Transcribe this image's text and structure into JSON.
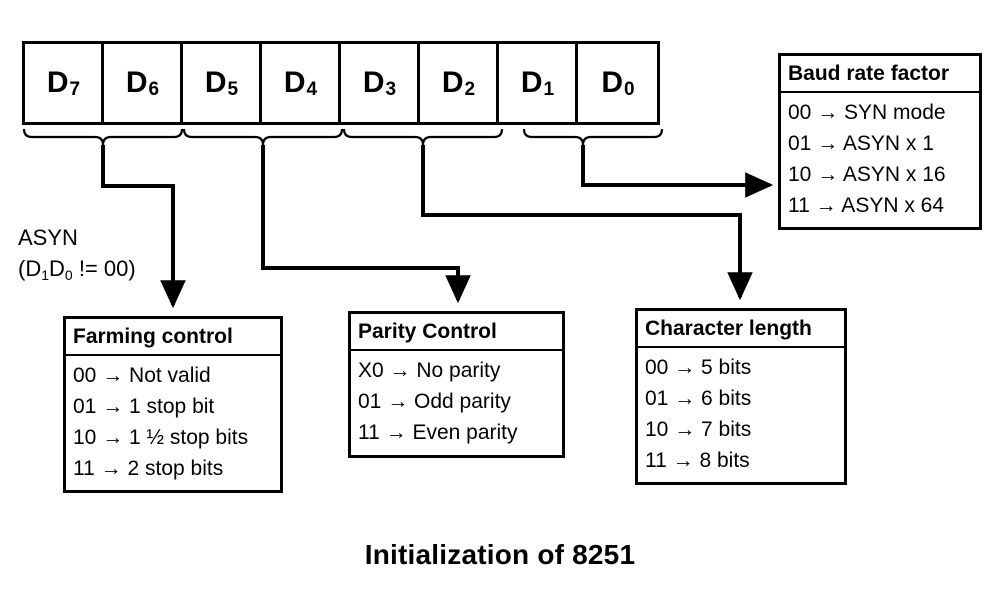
{
  "diagram": {
    "caption": "Initialization of 8251",
    "register": {
      "name": "mode-instruction-register",
      "bits": [
        {
          "label": "D",
          "index": "7"
        },
        {
          "label": "D",
          "index": "6"
        },
        {
          "label": "D",
          "index": "5"
        },
        {
          "label": "D",
          "index": "4"
        },
        {
          "label": "D",
          "index": "3"
        },
        {
          "label": "D",
          "index": "2"
        },
        {
          "label": "D",
          "index": "1"
        },
        {
          "label": "D",
          "index": "0"
        }
      ]
    },
    "note": {
      "line1": "ASYN",
      "line2_prefix": "(D",
      "line2_sub1": "1",
      "line2_mid": "D",
      "line2_sub2": "0",
      "line2_suffix": " != 00)"
    },
    "boxes": {
      "baud": {
        "title": "Baud rate factor",
        "rows": [
          "00 → SYN mode",
          "01 → ASYN x 1",
          "10 → ASYN x 16",
          "11 → ASYN x 64"
        ]
      },
      "framing": {
        "title": "Farming control",
        "rows": [
          "00 → Not valid",
          "01 → 1 stop bit",
          "10 → 1 ½ stop bits",
          "11 → 2 stop bits"
        ]
      },
      "parity": {
        "title": "Parity Control",
        "rows": [
          "X0 → No parity",
          "01 → Odd parity",
          "11 → Even parity"
        ]
      },
      "charlen": {
        "title": "Character length",
        "rows": [
          "00 → 5 bits",
          "01 → 6 bits",
          "10 → 7 bits",
          "11 → 8 bits"
        ]
      }
    },
    "colors": {
      "stroke": "#000000",
      "background": "#ffffff"
    }
  }
}
